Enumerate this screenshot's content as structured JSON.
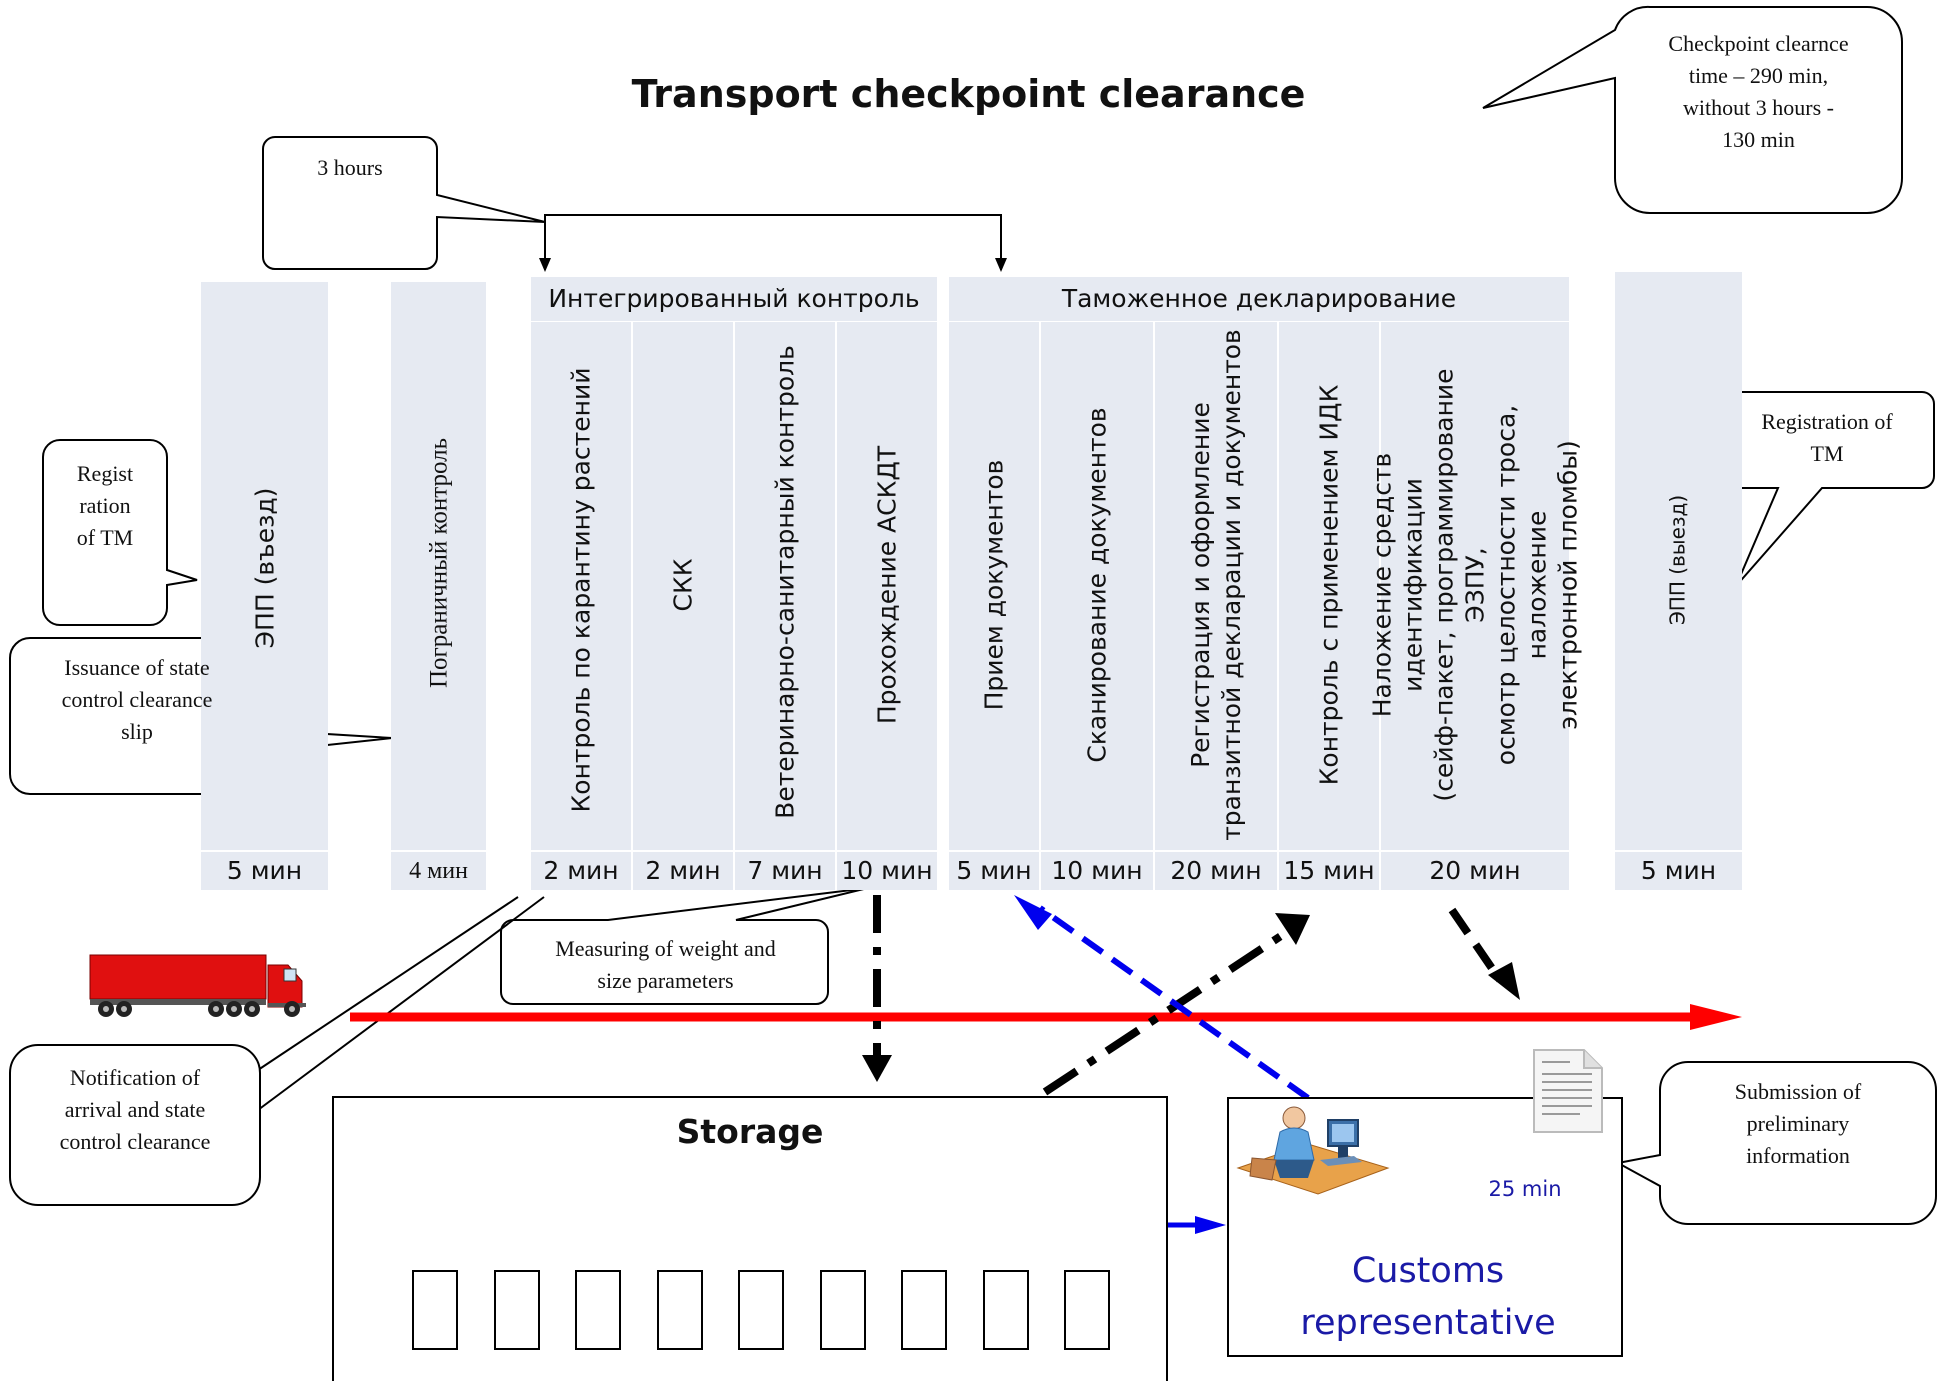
{
  "title": "Transport checkpoint clearance",
  "header_integrated": "Интегрированный контроль",
  "header_customs": "Таможенное декларирование",
  "columns": [
    {
      "label": "ЭПП (въезд)",
      "time": "5 мин"
    },
    {
      "label": "Пограничный контроль",
      "time": "4 мин"
    },
    {
      "label": "Контроль по карантину растений",
      "time": "2 мин"
    },
    {
      "label": "СКК",
      "time": "2 мин"
    },
    {
      "label": "Ветеринарно-санитарный контроль",
      "time": "7 мин"
    },
    {
      "label": "Прохождение АСКДТ",
      "time": "10 мин"
    },
    {
      "label": "Прием документов",
      "time": "5 мин"
    },
    {
      "label": "Сканирование документов",
      "time": "10 мин"
    },
    {
      "label": "Регистрация и оформление\nтранзитной декларации и документов",
      "time": "20 мин"
    },
    {
      "label": "Контроль с применением ИДК",
      "time": "15 мин"
    },
    {
      "label": "Наложение средств идентификации\n(сейф-пакет, программирование ЭЗПУ,\nосмотр целостности троса, наложение\nэлектронной пломбы)",
      "time": "20 мин"
    },
    {
      "label": "ЭПП (выезд)",
      "time": "5 мин"
    }
  ],
  "callouts": {
    "three_hours": "3 hours",
    "checkpoint_time": "Checkpoint clearnce\ntime – 290 min,\nwithout 3 hours -\n130 min",
    "registration_left": "Regist\nration\nof TM",
    "issuance": "Issuance of state\ncontrol clearance\nslip",
    "registration_right": "Registration of\nTM",
    "measuring": "Measuring of weight and\nsize parameters",
    "notification": "Notification of\narrival and state\ncontrol clearance",
    "submission": "Submission of\npreliminary\ninformation"
  },
  "storage": {
    "title": "Storage",
    "slot_count": 9
  },
  "customs": {
    "label": "Customs\nrepresentative",
    "time": "25 min"
  },
  "colors": {
    "column_fill": "#e6eaf2",
    "route_arrow": "#ff0000",
    "blue_arrow": "#0000ee",
    "text_blue": "#1a1aa6",
    "truck": "#e01010"
  },
  "icons": [
    "truck-icon",
    "document-icon",
    "worker-at-computer-icon"
  ]
}
